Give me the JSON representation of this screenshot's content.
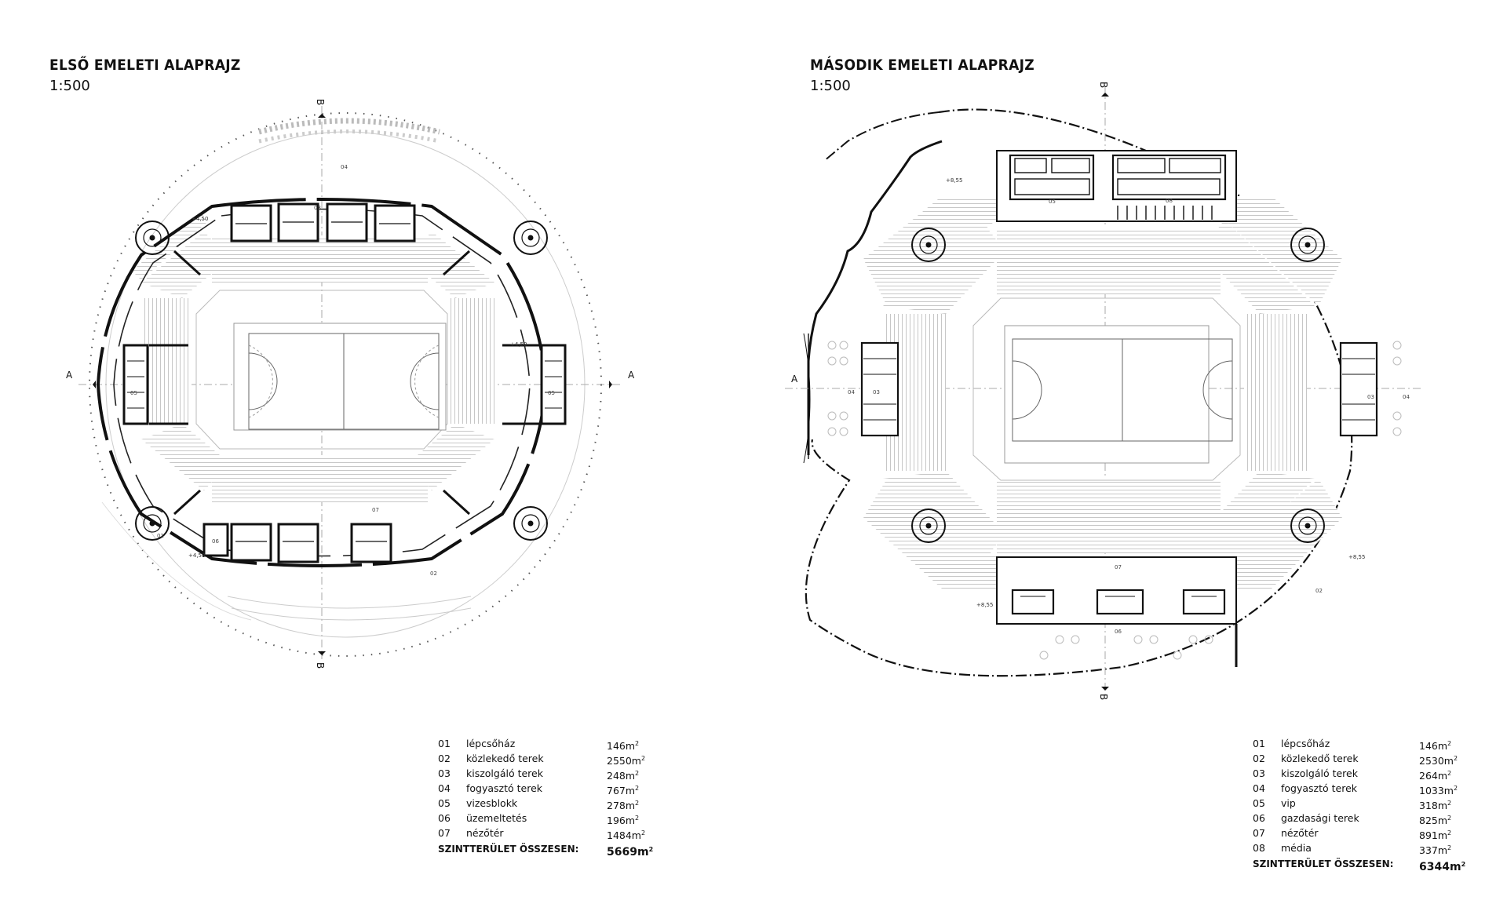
{
  "plans": [
    {
      "title": "ELSŐ EMELETI ALAPRAJZ",
      "scale": "1:500",
      "section_labels": [
        "A",
        "A",
        "B",
        "B"
      ],
      "level_marks": [
        "+4,50",
        "+4,50",
        "+4,50"
      ],
      "room_tags": [
        "01",
        "02",
        "03",
        "04",
        "05",
        "05",
        "06",
        "07"
      ],
      "legend": [
        {
          "num": "01",
          "label": "lépcsőház",
          "area": "146m",
          "unit": "2"
        },
        {
          "num": "02",
          "label": "közlekedő terek",
          "area": "2550m",
          "unit": "2"
        },
        {
          "num": "03",
          "label": "kiszolgáló terek",
          "area": "248m",
          "unit": "2"
        },
        {
          "num": "04",
          "label": "fogyasztó terek",
          "area": "767m",
          "unit": "2"
        },
        {
          "num": "05",
          "label": "vizesblokk",
          "area": "278m",
          "unit": "2"
        },
        {
          "num": "06",
          "label": "üzemeltetés",
          "area": "196m",
          "unit": "2"
        },
        {
          "num": "07",
          "label": "nézőtér",
          "area": "1484m",
          "unit": "2"
        }
      ],
      "total_label": "SZINTTERÜLET ÖSSZESEN:",
      "total_area": "5669m",
      "total_unit": "2"
    },
    {
      "title": "MÁSODIK EMELETI ALAPRAJZ",
      "scale": "1:500",
      "section_labels": [
        "A",
        "B",
        "B"
      ],
      "level_marks": [
        "+8,55",
        "+8,55",
        "+8,55"
      ],
      "room_tags": [
        "02",
        "03",
        "03",
        "04",
        "04",
        "05",
        "06",
        "07",
        "08"
      ],
      "legend": [
        {
          "num": "01",
          "label": "lépcsőház",
          "area": "146m",
          "unit": "2"
        },
        {
          "num": "02",
          "label": "közlekedő terek",
          "area": "2530m",
          "unit": "2"
        },
        {
          "num": "03",
          "label": "kiszolgáló terek",
          "area": "264m",
          "unit": "2"
        },
        {
          "num": "04",
          "label": "fogyasztó terek",
          "area": "1033m",
          "unit": "2"
        },
        {
          "num": "05",
          "label": "vip",
          "area": "318m",
          "unit": "2"
        },
        {
          "num": "06",
          "label": "gazdasági terek",
          "area": "825m",
          "unit": "2"
        },
        {
          "num": "07",
          "label": "nézőtér",
          "area": "891m",
          "unit": "2"
        },
        {
          "num": "08",
          "label": "média",
          "area": "337m",
          "unit": "2"
        }
      ],
      "total_label": "SZINTTERÜLET ÖSSZESEN:",
      "total_area": "6344m",
      "total_unit": "2"
    }
  ]
}
